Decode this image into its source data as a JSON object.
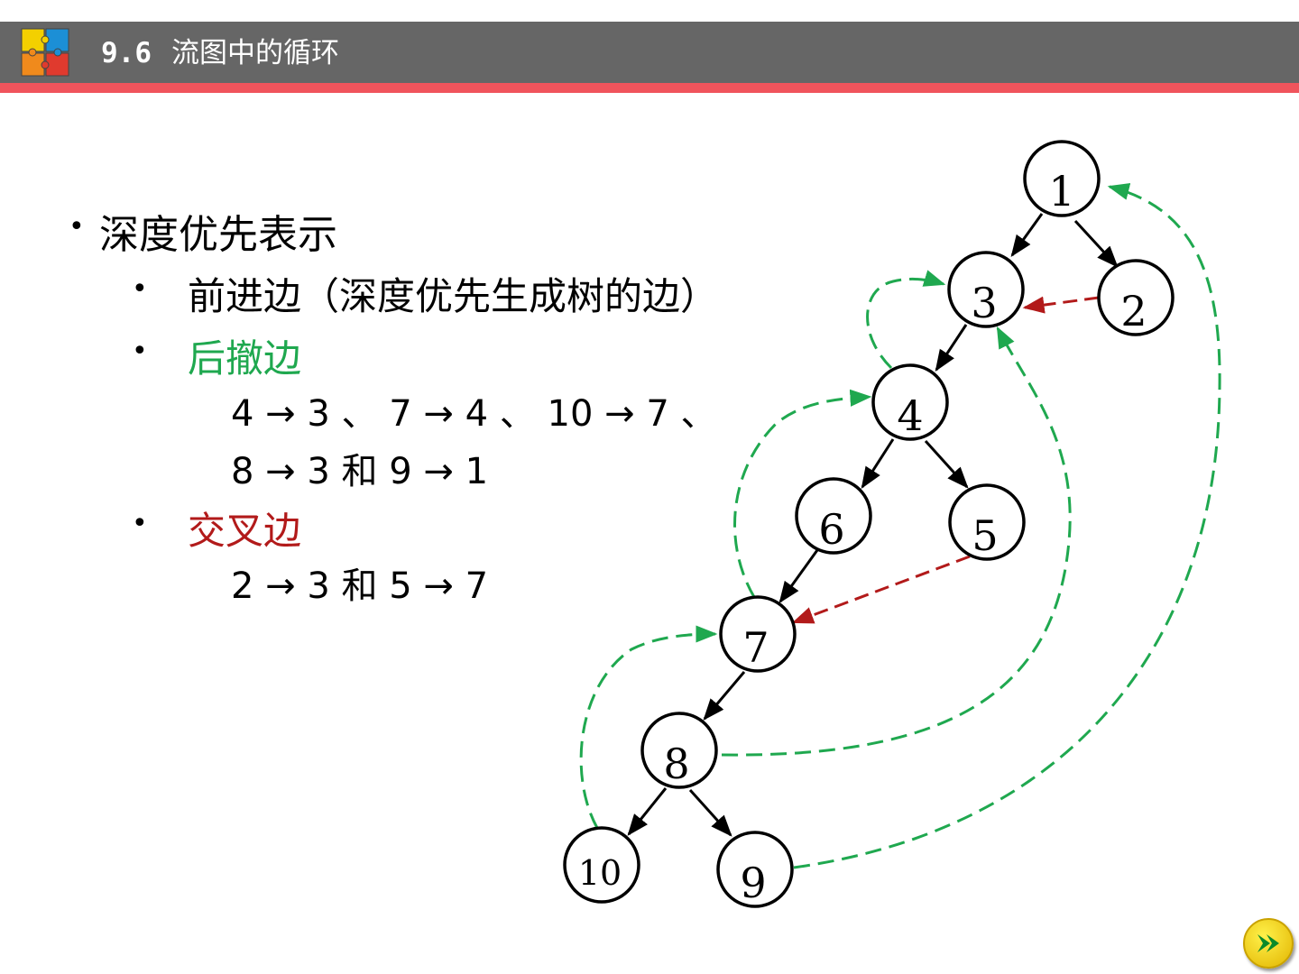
{
  "header": {
    "section_number": "9.6",
    "title": "流图中的循环"
  },
  "content": {
    "heading": "深度优先表示",
    "items": [
      {
        "label": "前进边（深度优先生成树的边）",
        "color": "#000000"
      },
      {
        "label": "后撤边",
        "color": "#1fa84f",
        "lines": [
          "4 → 3 、 7 → 4 、 10 → 7 、",
          "8 → 3 和 9 → 1"
        ]
      },
      {
        "label": "交叉边",
        "color": "#b21a1a",
        "lines": [
          "2 → 3 和 5 → 7"
        ]
      }
    ]
  },
  "graph": {
    "nodes": [
      "1",
      "2",
      "3",
      "4",
      "5",
      "6",
      "7",
      "8",
      "9",
      "10"
    ],
    "tree_edges": [
      [
        "1",
        "3"
      ],
      [
        "1",
        "2"
      ],
      [
        "3",
        "4"
      ],
      [
        "4",
        "6"
      ],
      [
        "4",
        "5"
      ],
      [
        "6",
        "7"
      ],
      [
        "7",
        "8"
      ],
      [
        "8",
        "10"
      ],
      [
        "8",
        "9"
      ]
    ],
    "back_edges": [
      [
        "4",
        "3"
      ],
      [
        "7",
        "4"
      ],
      [
        "10",
        "7"
      ],
      [
        "8",
        "3"
      ],
      [
        "9",
        "1"
      ]
    ],
    "cross_edges": [
      [
        "2",
        "3"
      ],
      [
        "5",
        "7"
      ]
    ],
    "colors": {
      "tree": "#000000",
      "back": "#1fa84f",
      "cross": "#b21a1a"
    }
  },
  "icons": {
    "logo": "puzzle-logo-icon",
    "next": "next-arrow-icon"
  }
}
